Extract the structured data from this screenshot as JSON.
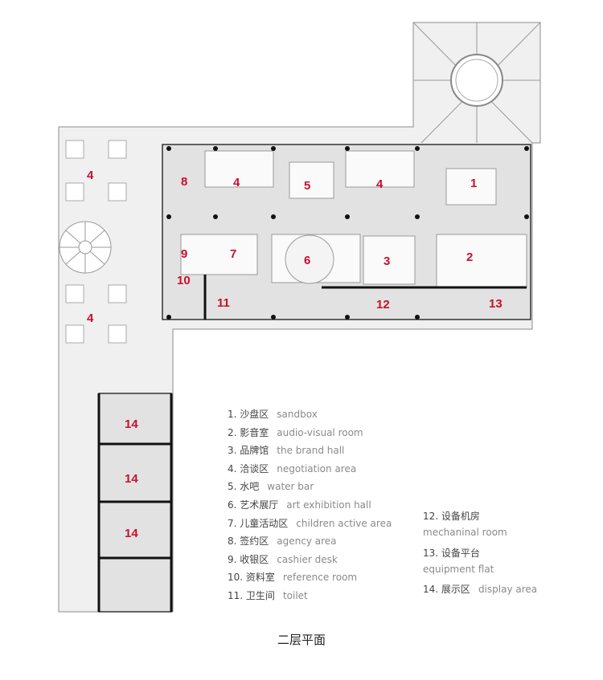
{
  "plan": {
    "labels": [
      "1",
      "2",
      "3",
      "4",
      "5",
      "6",
      "7",
      "8",
      "9",
      "10",
      "11",
      "12",
      "13",
      "14"
    ]
  },
  "legend": {
    "items": [
      {
        "num": "1.",
        "zh": "沙盘区",
        "en": "sandbox"
      },
      {
        "num": "2.",
        "zh": "影音室",
        "en": "audio-visual room"
      },
      {
        "num": "3.",
        "zh": "品牌馆",
        "en": "the brand hall"
      },
      {
        "num": "4.",
        "zh": "洽谈区",
        "en": "negotiation area"
      },
      {
        "num": "5.",
        "zh": "水吧",
        "en": "water bar"
      },
      {
        "num": "6.",
        "zh": "艺术展厅",
        "en": "art exhibition hall"
      },
      {
        "num": "7.",
        "zh": "儿童活动区",
        "en": "children active area"
      },
      {
        "num": "8.",
        "zh": "签约区",
        "en": "agency area"
      },
      {
        "num": "9.",
        "zh": "收银区",
        "en": "cashier desk"
      },
      {
        "num": "10.",
        "zh": "资料室",
        "en": "reference room"
      },
      {
        "num": "11.",
        "zh": "卫生间",
        "en": "toilet"
      }
    ],
    "items_right": [
      {
        "num": "12.",
        "zh": "设备机房",
        "en": "mechaninal room"
      },
      {
        "num": "13.",
        "zh": "设备平台",
        "en": "equipment flat"
      },
      {
        "num": "14.",
        "zh": "展示区",
        "en": "display area"
      }
    ]
  },
  "caption": "二层平面",
  "colors": {
    "label": "#c8102e",
    "floor": "#e4e4e4",
    "terrace": "#efefef",
    "wall": "#111111",
    "line": "#8d8d8d"
  }
}
